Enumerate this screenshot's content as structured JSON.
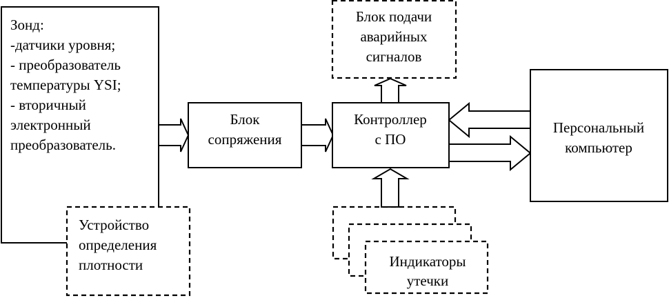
{
  "diagram": {
    "type": "block-diagram",
    "blocks": {
      "probe": {
        "title": "Зонд:",
        "lines": [
          "-датчики уровня;",
          "- преобразователь",
          "температуры YSI;",
          "- вторичный",
          "электронный",
          "преобразователь."
        ],
        "style": "solid"
      },
      "density": {
        "lines": [
          "Устройство",
          "определения",
          "плотности"
        ],
        "style": "dashed"
      },
      "interface": {
        "lines": [
          "Блок",
          "сопряжения"
        ],
        "style": "solid"
      },
      "controller": {
        "lines": [
          "Контроллер",
          "с ПО"
        ],
        "style": "solid"
      },
      "alarm": {
        "lines": [
          "Блок подачи",
          "аварийных",
          "сигналов"
        ],
        "style": "dashed"
      },
      "pc": {
        "lines": [
          "Персональный",
          "компьютер"
        ],
        "style": "solid"
      },
      "leak": {
        "lines": [
          "Индикаторы",
          "утечки"
        ],
        "style": "dashed-stacked"
      }
    },
    "connections": [
      {
        "from": "probe",
        "to": "interface",
        "kind": "wide-arrow"
      },
      {
        "from": "interface",
        "to": "controller",
        "kind": "wide-arrow"
      },
      {
        "from": "controller",
        "to": "alarm",
        "kind": "wide-arrow"
      },
      {
        "from": "pc",
        "to": "controller",
        "kind": "wide-arrow"
      },
      {
        "from": "controller",
        "to": "pc",
        "kind": "wide-arrow"
      },
      {
        "from": "leak",
        "to": "controller",
        "kind": "wide-arrow"
      },
      {
        "from": "probe",
        "to": "density",
        "kind": "line"
      }
    ]
  }
}
